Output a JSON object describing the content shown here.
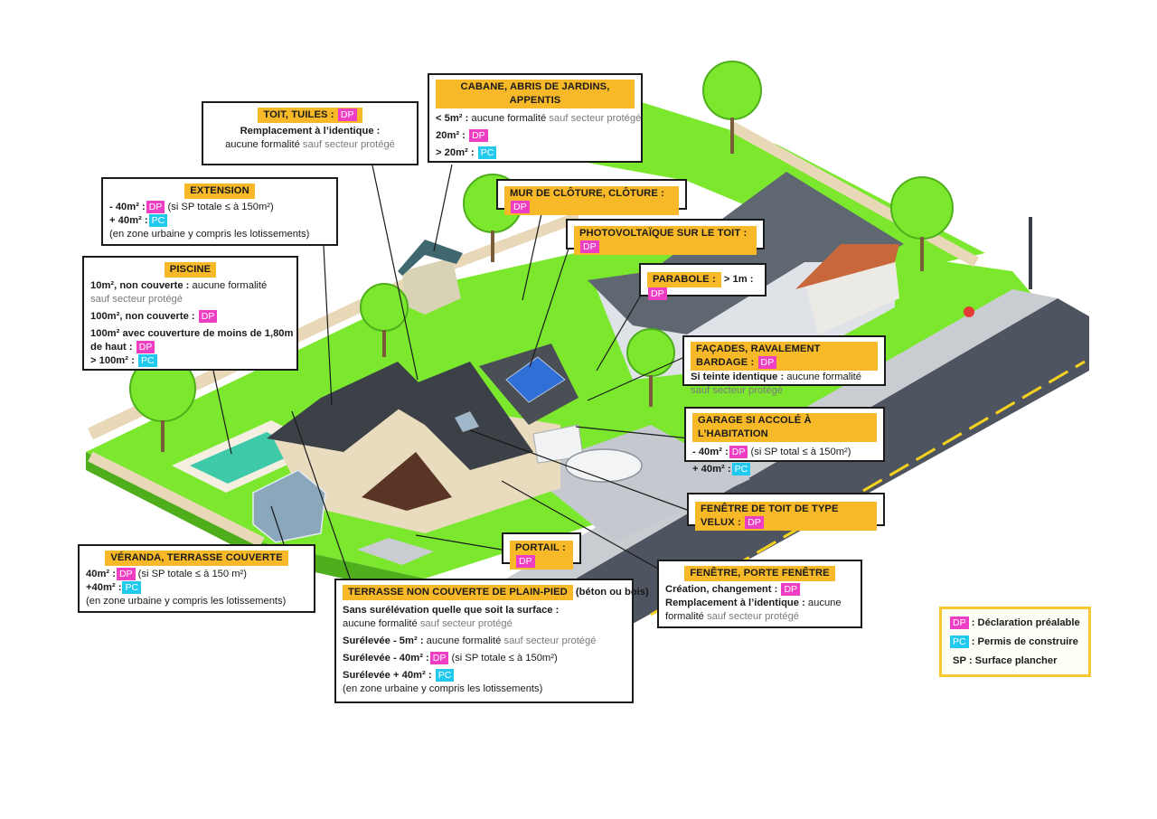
{
  "colors": {
    "title_bg": "#f7b928",
    "dp": "#ee3ec4",
    "pc": "#22c9ee",
    "grass": "#7be82e",
    "road": "#4f5560",
    "legend_border": "#f7c832"
  },
  "codes": {
    "dp": "DP",
    "pc": "PC"
  },
  "toit": {
    "title": "TOIT, TUILES :",
    "l1": "Remplacement à l’identique :",
    "l2a": "aucune formalité",
    "l2b": " sauf secteur protégé"
  },
  "cabane": {
    "title": "CABANE, ABRIS DE JARDINS, APPENTIS",
    "l1a": "< 5m² :",
    "l1b": " aucune formalité",
    "l1c": " sauf secteur protégé",
    "l2": "20m² :",
    "l3": "> 20m² :"
  },
  "extension": {
    "title": "EXTENSION",
    "l1a": "- 40m² :",
    "l1b": " (si SP totale ≤ à 150m²)",
    "l2": "+ 40m² :",
    "l3": "(en zone urbaine y compris les lotissements)"
  },
  "mur": {
    "title": "MUR DE CLÔTURE, CLÔTURE :"
  },
  "photo": {
    "title": "PHOTOVOLTAÏQUE SUR LE TOIT :"
  },
  "parabole": {
    "title": "PARABOLE :",
    "value": " > 1m :"
  },
  "piscine": {
    "title": "PISCINE",
    "l1a": "10m², non couverte :",
    "l1b": " aucune formalité",
    "l2": "sauf secteur protégé",
    "l3": "100m², non couverte :",
    "l4": "100m² avec couverture de moins de 1,80m",
    "l5": "de haut :",
    "l6": "> 100m² :"
  },
  "facades": {
    "title": "FAÇADES, RAVALEMENT BARDAGE :",
    "l1a": "Si teinte identique :",
    "l1b": " aucune formalité",
    "l2": "sauf secteur protégé"
  },
  "garage": {
    "title": "GARAGE SI ACCOLÉ À L’HABITATION",
    "l1a": "- 40m² :",
    "l1b": " (si SP total ≤ à 150m²)",
    "l2": "+ 40m² :"
  },
  "velux": {
    "title": "FENÊTRE DE TOIT DE TYPE VELUX :"
  },
  "portail": {
    "title": "PORTAIL :"
  },
  "fenetre": {
    "title": "FENÊTRE, PORTE FENÊTRE",
    "l1": "Création, changement :",
    "l2a": "Remplacement à l’identique :",
    "l2b": " aucune",
    "l3a": "formalité",
    "l3b": " sauf secteur protégé"
  },
  "veranda": {
    "title": "VÉRANDA, TERRASSE COUVERTE",
    "l1a": "40m² :",
    "l1b": " (si SP totale ≤ à 150 m²)",
    "l2": "+40m² :",
    "l3": "(en zone urbaine y compris les lotissements)"
  },
  "terrasse": {
    "title": "TERRASSE NON COUVERTE DE PLAIN-PIED",
    "title_suffix": " (béton ou bois)",
    "l1": "Sans surélévation quelle que soit la surface :",
    "l2a": "aucune formalité",
    "l2b": " sauf secteur protégé",
    "l3a": "Surélevée - 5m² :",
    "l3b": " aucune formalité",
    "l3c": " sauf secteur protégé",
    "l4a": "Surélevée - 40m² :",
    "l4b": " (si SP totale ≤ à 150m²)",
    "l5": "Surélevée + 40m² :",
    "l6": "(en zone urbaine y compris les lotissements)"
  },
  "legend": {
    "dp_text": " : Déclaration préalable",
    "pc_text": " : Permis de construire",
    "sp": "SP",
    "sp_text": " : Surface plancher"
  }
}
